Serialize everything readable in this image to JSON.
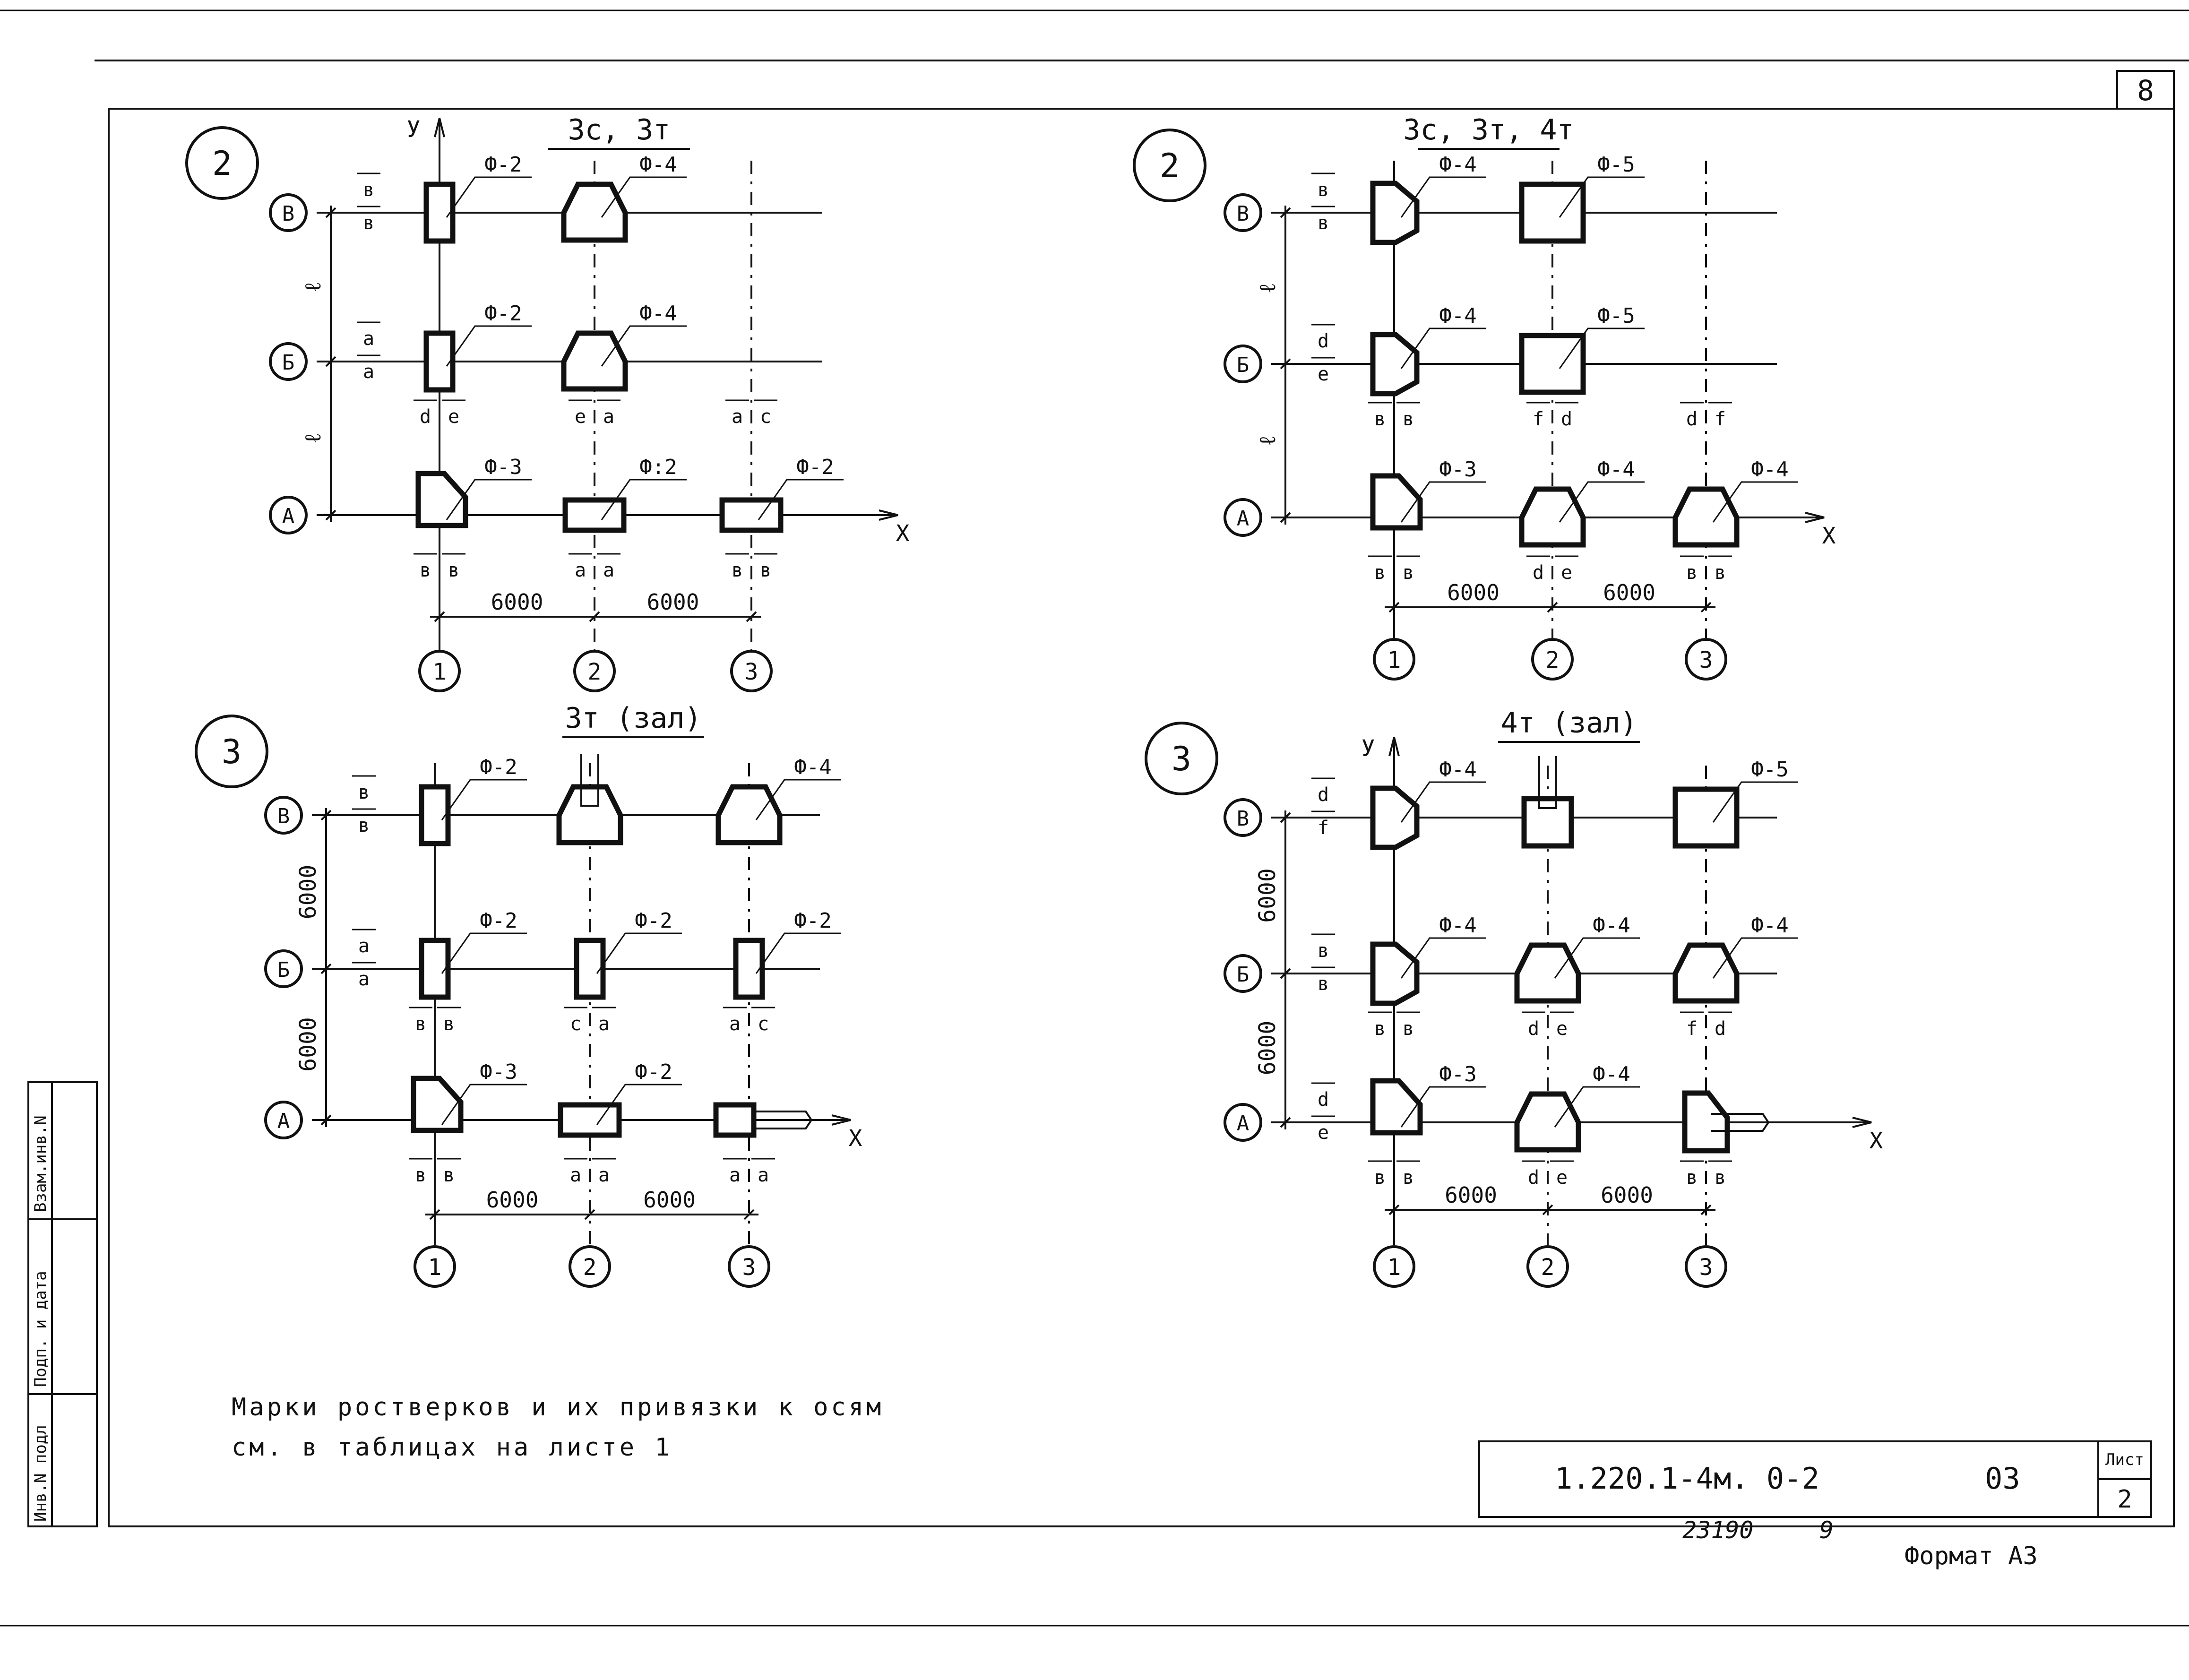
{
  "sheet": {
    "sheet_number_corner": "8",
    "note_line1": "Марки ростверков и их привязки к осям",
    "note_line2": "см. в таблицах на листе 1",
    "doc_code": "1.220.1-4м. 0-2",
    "doc_issue": "03",
    "sheet_label": "Лист",
    "sheet_value": "2",
    "archive_number": "23190",
    "archive_suffix": "9",
    "format": "Формат А3",
    "stamp_col1": "Инв.N подл",
    "stamp_col2": "Подп. и дата",
    "stamp_col3": "Взам.инв.N"
  },
  "panels": [
    {
      "id": "tl",
      "bubble": "2",
      "title": "3с, 3т",
      "x_label": "Х",
      "y_label": "У",
      "rows": [
        "В",
        "Б",
        "А"
      ],
      "cols": [
        "1",
        "2",
        "3"
      ],
      "dim_x": [
        "6000",
        "6000"
      ],
      "dim_y": [
        "ℓ",
        "ℓ"
      ],
      "marks": [
        "Ф-2",
        "Ф-4",
        "Ф-2",
        "Ф-4",
        "Ф-3",
        "Ф:2",
        "Ф-2"
      ],
      "dims": [
        "в",
        "в",
        "а",
        "а",
        "в",
        "в",
        "d",
        "е",
        "е",
        "а",
        "а",
        "с",
        "в",
        "в",
        "а",
        "а"
      ]
    },
    {
      "id": "tr",
      "bubble": "2",
      "title": "3с, 3т, 4т",
      "x_label": "Х",
      "rows": [
        "В",
        "Б",
        "А"
      ],
      "cols": [
        "1",
        "2",
        "3"
      ],
      "dim_x": [
        "6000",
        "6000"
      ],
      "dim_y": [
        "ℓ",
        "ℓ"
      ],
      "marks": [
        "Ф-4",
        "Ф-5",
        "Ф-4",
        "Ф-5",
        "Ф-3",
        "Ф-4",
        "Ф-4"
      ],
      "dims": [
        "в",
        "в",
        "d",
        "е",
        "в",
        "в",
        "в",
        "в",
        "f",
        "d",
        "d",
        "f",
        "в",
        "в",
        "d",
        "е"
      ]
    },
    {
      "id": "bl",
      "bubble": "3",
      "title": "3т (зал)",
      "x_label": "Х",
      "rows": [
        "В",
        "Б",
        "А"
      ],
      "cols": [
        "1",
        "2",
        "3"
      ],
      "dim_x": [
        "6000",
        "6000"
      ],
      "dim_y": [
        "6000",
        "6000"
      ],
      "marks": [
        "Ф-2",
        "Ф-4",
        "Ф-2",
        "Ф-2",
        "Ф-2",
        "Ф-3",
        "Ф-2"
      ],
      "dims": [
        "в",
        "в",
        "а",
        "а",
        "а",
        "а",
        "в",
        "в",
        "с",
        "а",
        "а",
        "с",
        "в",
        "в",
        "а",
        "а"
      ]
    },
    {
      "id": "br",
      "bubble": "3",
      "title": "4т (зал)",
      "x_label": "Х",
      "y_label": "У",
      "rows": [
        "В",
        "Б",
        "А"
      ],
      "cols": [
        "1",
        "2",
        "3"
      ],
      "dim_x": [
        "6000",
        "6000"
      ],
      "dim_y": [
        "6000",
        "6000"
      ],
      "marks": [
        "Ф-4",
        "Ф-5",
        "Ф-4",
        "Ф-4",
        "Ф-4",
        "Ф-3",
        "Ф-4"
      ],
      "dims": [
        "в",
        "в",
        "d",
        "е",
        "в",
        "в",
        "в",
        "в",
        "d",
        "е",
        "f",
        "d",
        "d",
        "f",
        "в",
        "в",
        "d",
        "е"
      ]
    }
  ]
}
